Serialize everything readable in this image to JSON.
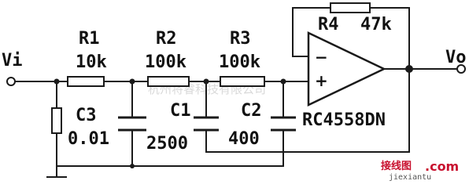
{
  "labels": {
    "vi": "Vi",
    "vo": "Vo",
    "r1_name": "R1",
    "r1_value": "10k",
    "r2_name": "R2",
    "r2_value": "100k",
    "r3_name": "R3",
    "r3_value": "100k",
    "r4_name": "R4",
    "r4_value": "47k",
    "c1_name": "C1",
    "c1_value": "2500",
    "c2_name": "C2",
    "c2_value": "400",
    "c3_name": "C3",
    "c3_value": "0.01",
    "opamp_model": "RC4558DN",
    "minus_sign": "−",
    "plus_sign": "+"
  },
  "watermark": {
    "company": "杭州将睿科技有限公司",
    "site_cn": "接线图",
    "site_en": "jiexiantu",
    "site_com": ".com"
  }
}
